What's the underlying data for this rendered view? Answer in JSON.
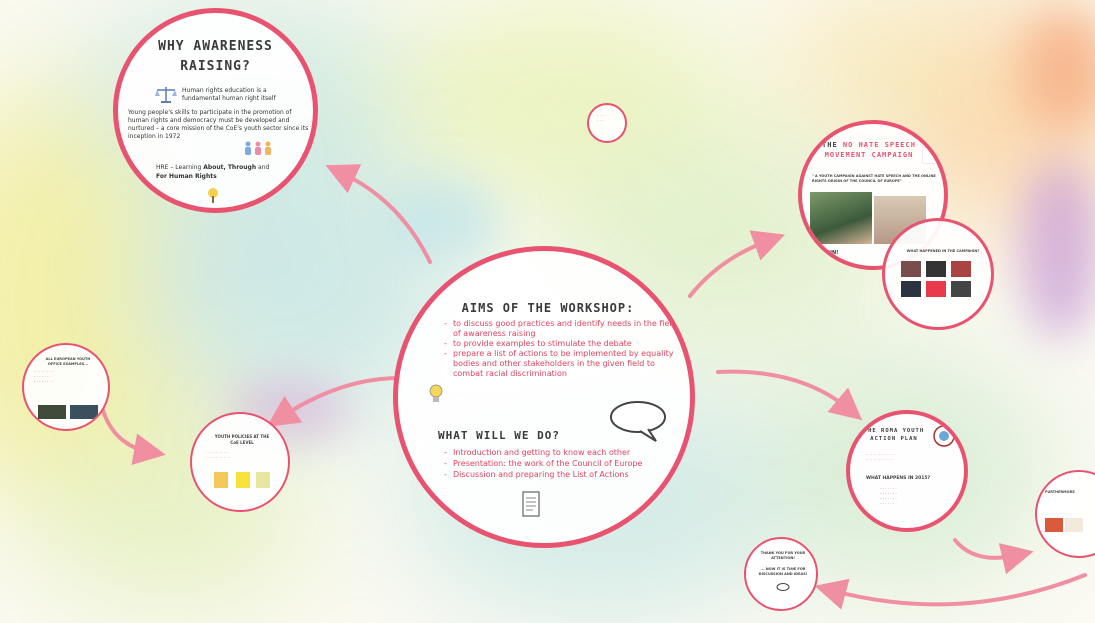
{
  "colors": {
    "accent": "#e8536f",
    "text": "#3b3b3b",
    "bullet": "#e04462"
  },
  "main": {
    "title": "AIMS OF THE WORKSHOP:",
    "aims": [
      "to discuss good practices and identify needs in the field of awareness raising",
      "to provide examples to stimulate the debate",
      "prepare a list of actions to be implemented by equality bodies and other stakeholders in the given field to combat racial discrimination"
    ],
    "subtitle": "WHAT WILL WE DO?",
    "do": [
      "Introduction and getting to know each other",
      "Presentation: the work of the Council of Europe",
      "Discussion and preparing the List of Actions"
    ],
    "icons": {
      "bulb": "lightbulb-icon",
      "bubble": "speech-bubble-icon",
      "doc": "document-icon"
    }
  },
  "awareness": {
    "title_line1": "WHY AWARENESS",
    "title_line2": "RAISING?",
    "p1": "Human rights education is a fundamental human right itself",
    "p2": "Young people's skills to participate in the promotion of human rights and democracy must be developed and nurtured – a core mission of the CoE's youth sector since its inception in 1972",
    "hre_prefix": "HRE – Learning",
    "hre_about": "About, Through",
    "hre_and": "and",
    "hre_for": "For Human Rights",
    "icons": {
      "scales": "scales-icon",
      "people": "people-icon",
      "tree": "tree-icon"
    }
  },
  "nohate": {
    "title_part1": "THE",
    "title_highlight": "NO HATE SPEECH",
    "title_part2": "MOVEMENT CAMPAIGN",
    "quote": "\" A YOUTH CAMPAIGN AGAINST HATE SPEECH AND THE ONLINE RIGHTS ORIGIN OF THE COUNCIL OF EUROPE\"",
    "join": "JOIN!",
    "happened": "WHAT HAPPENED IN THE CAMPAIGN?"
  },
  "roma": {
    "title_line1": "THE ROMA YOUTH",
    "title_line2": "ACTION PLAN",
    "happens": "WHAT HAPPENS IN 2015?"
  },
  "youthpol": {
    "title_line1": "YOUTH POLICIES AT THE",
    "title_line2": "CoE LEVEL"
  },
  "examples": {
    "title_line1": "ALL EUROPEAN YOUTH",
    "title_line2": "OFFICE EXAMPLES..."
  },
  "thanks": {
    "line1": "THANK YOU FOR YOUR",
    "line2": "ATTENTION!",
    "line3": "... NOW IT IS TIME FOR",
    "line4": "DISCUSSION AND IDEAS!"
  },
  "last": {
    "title": "FURTHERMORE"
  }
}
